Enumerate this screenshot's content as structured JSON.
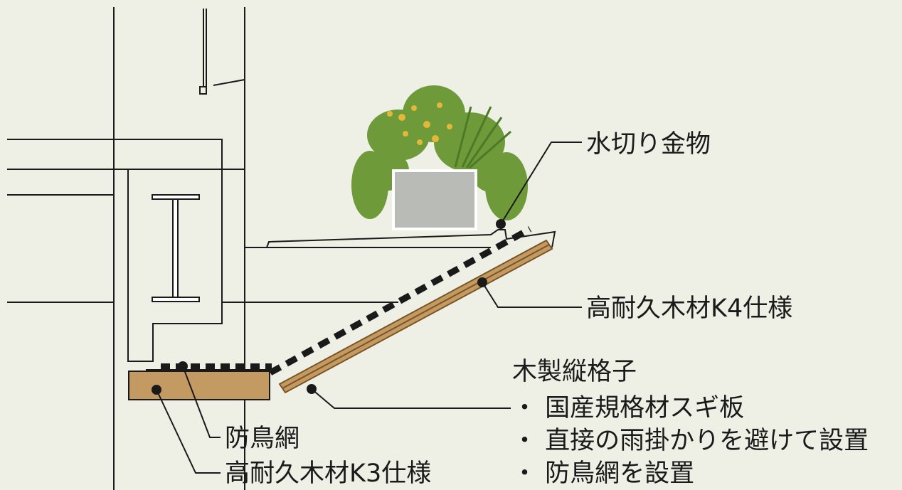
{
  "labels": {
    "flashing": "水切り金物",
    "durable_k4": "高耐久木材K4仕様",
    "lattice_title": "木製縦格子",
    "lattice_item_1": "・ 国産規格材スギ板",
    "lattice_item_2": "・ 直接の雨掛かりを避けて設置",
    "lattice_item_3": "・ 防鳥網を設置",
    "bird_net": "防鳥網",
    "durable_k3": "高耐久木材K3仕様"
  },
  "colors": {
    "background": "#eef0e6",
    "line": "#1a1a1a",
    "wood": "#c49a63",
    "wood_dark": "#7a5526",
    "planter": "#b9bbb6",
    "foliage": "#6f9a3a",
    "flowers": "#e3b83a"
  }
}
